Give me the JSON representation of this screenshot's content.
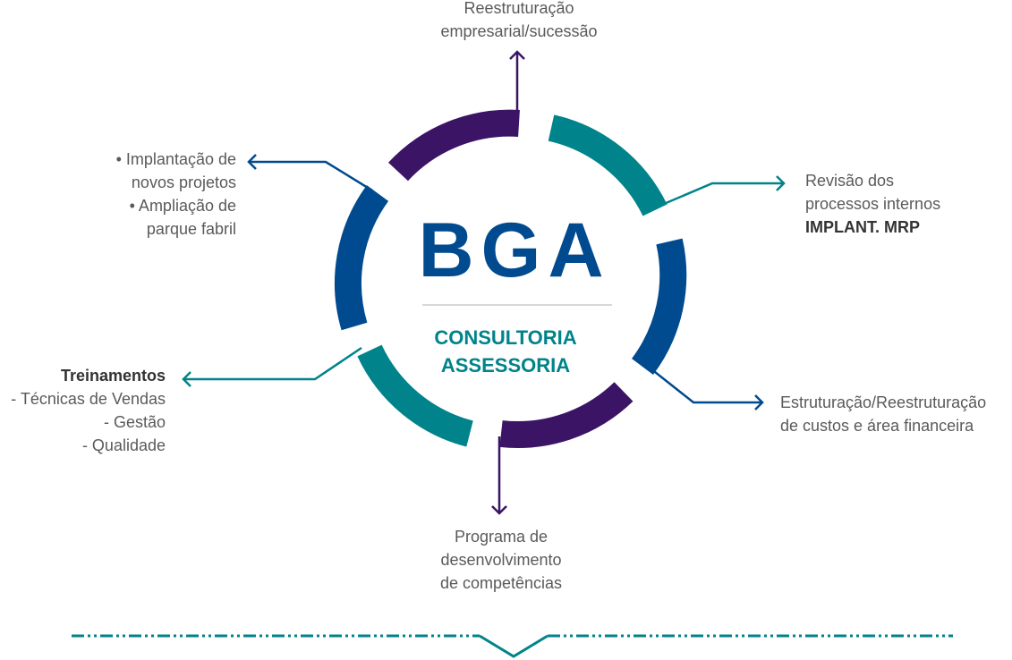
{
  "center": {
    "title": "BGA",
    "subtitle_line1": "CONSULTORIA",
    "subtitle_line2": "ASSESSORIA"
  },
  "colors": {
    "purple": "#3b1466",
    "teal": "#00838a",
    "blue": "#004a8f"
  },
  "labels": {
    "top": {
      "line1": "Reestruturação",
      "line2": "empresarial/sucessão"
    },
    "right_top": {
      "line1": "Revisão dos",
      "line2": "processos internos",
      "line3": "IMPLANT. MRP"
    },
    "right_bottom": {
      "line1": "Estruturação/Reestruturação",
      "line2": "de custos e área financeira"
    },
    "bottom": {
      "line1": "Programa de",
      "line2": "desenvolvimento",
      "line3": "de competências"
    },
    "left_bottom": {
      "line1": "Treinamentos",
      "line2": "- Técnicas de Vendas",
      "line3": "- Gestão",
      "line4": "- Qualidade"
    },
    "left_top": {
      "line1": "• Implantação de",
      "line2": "novos projetos",
      "line3": "• Ampliação de",
      "line4": "parque fabril"
    }
  }
}
